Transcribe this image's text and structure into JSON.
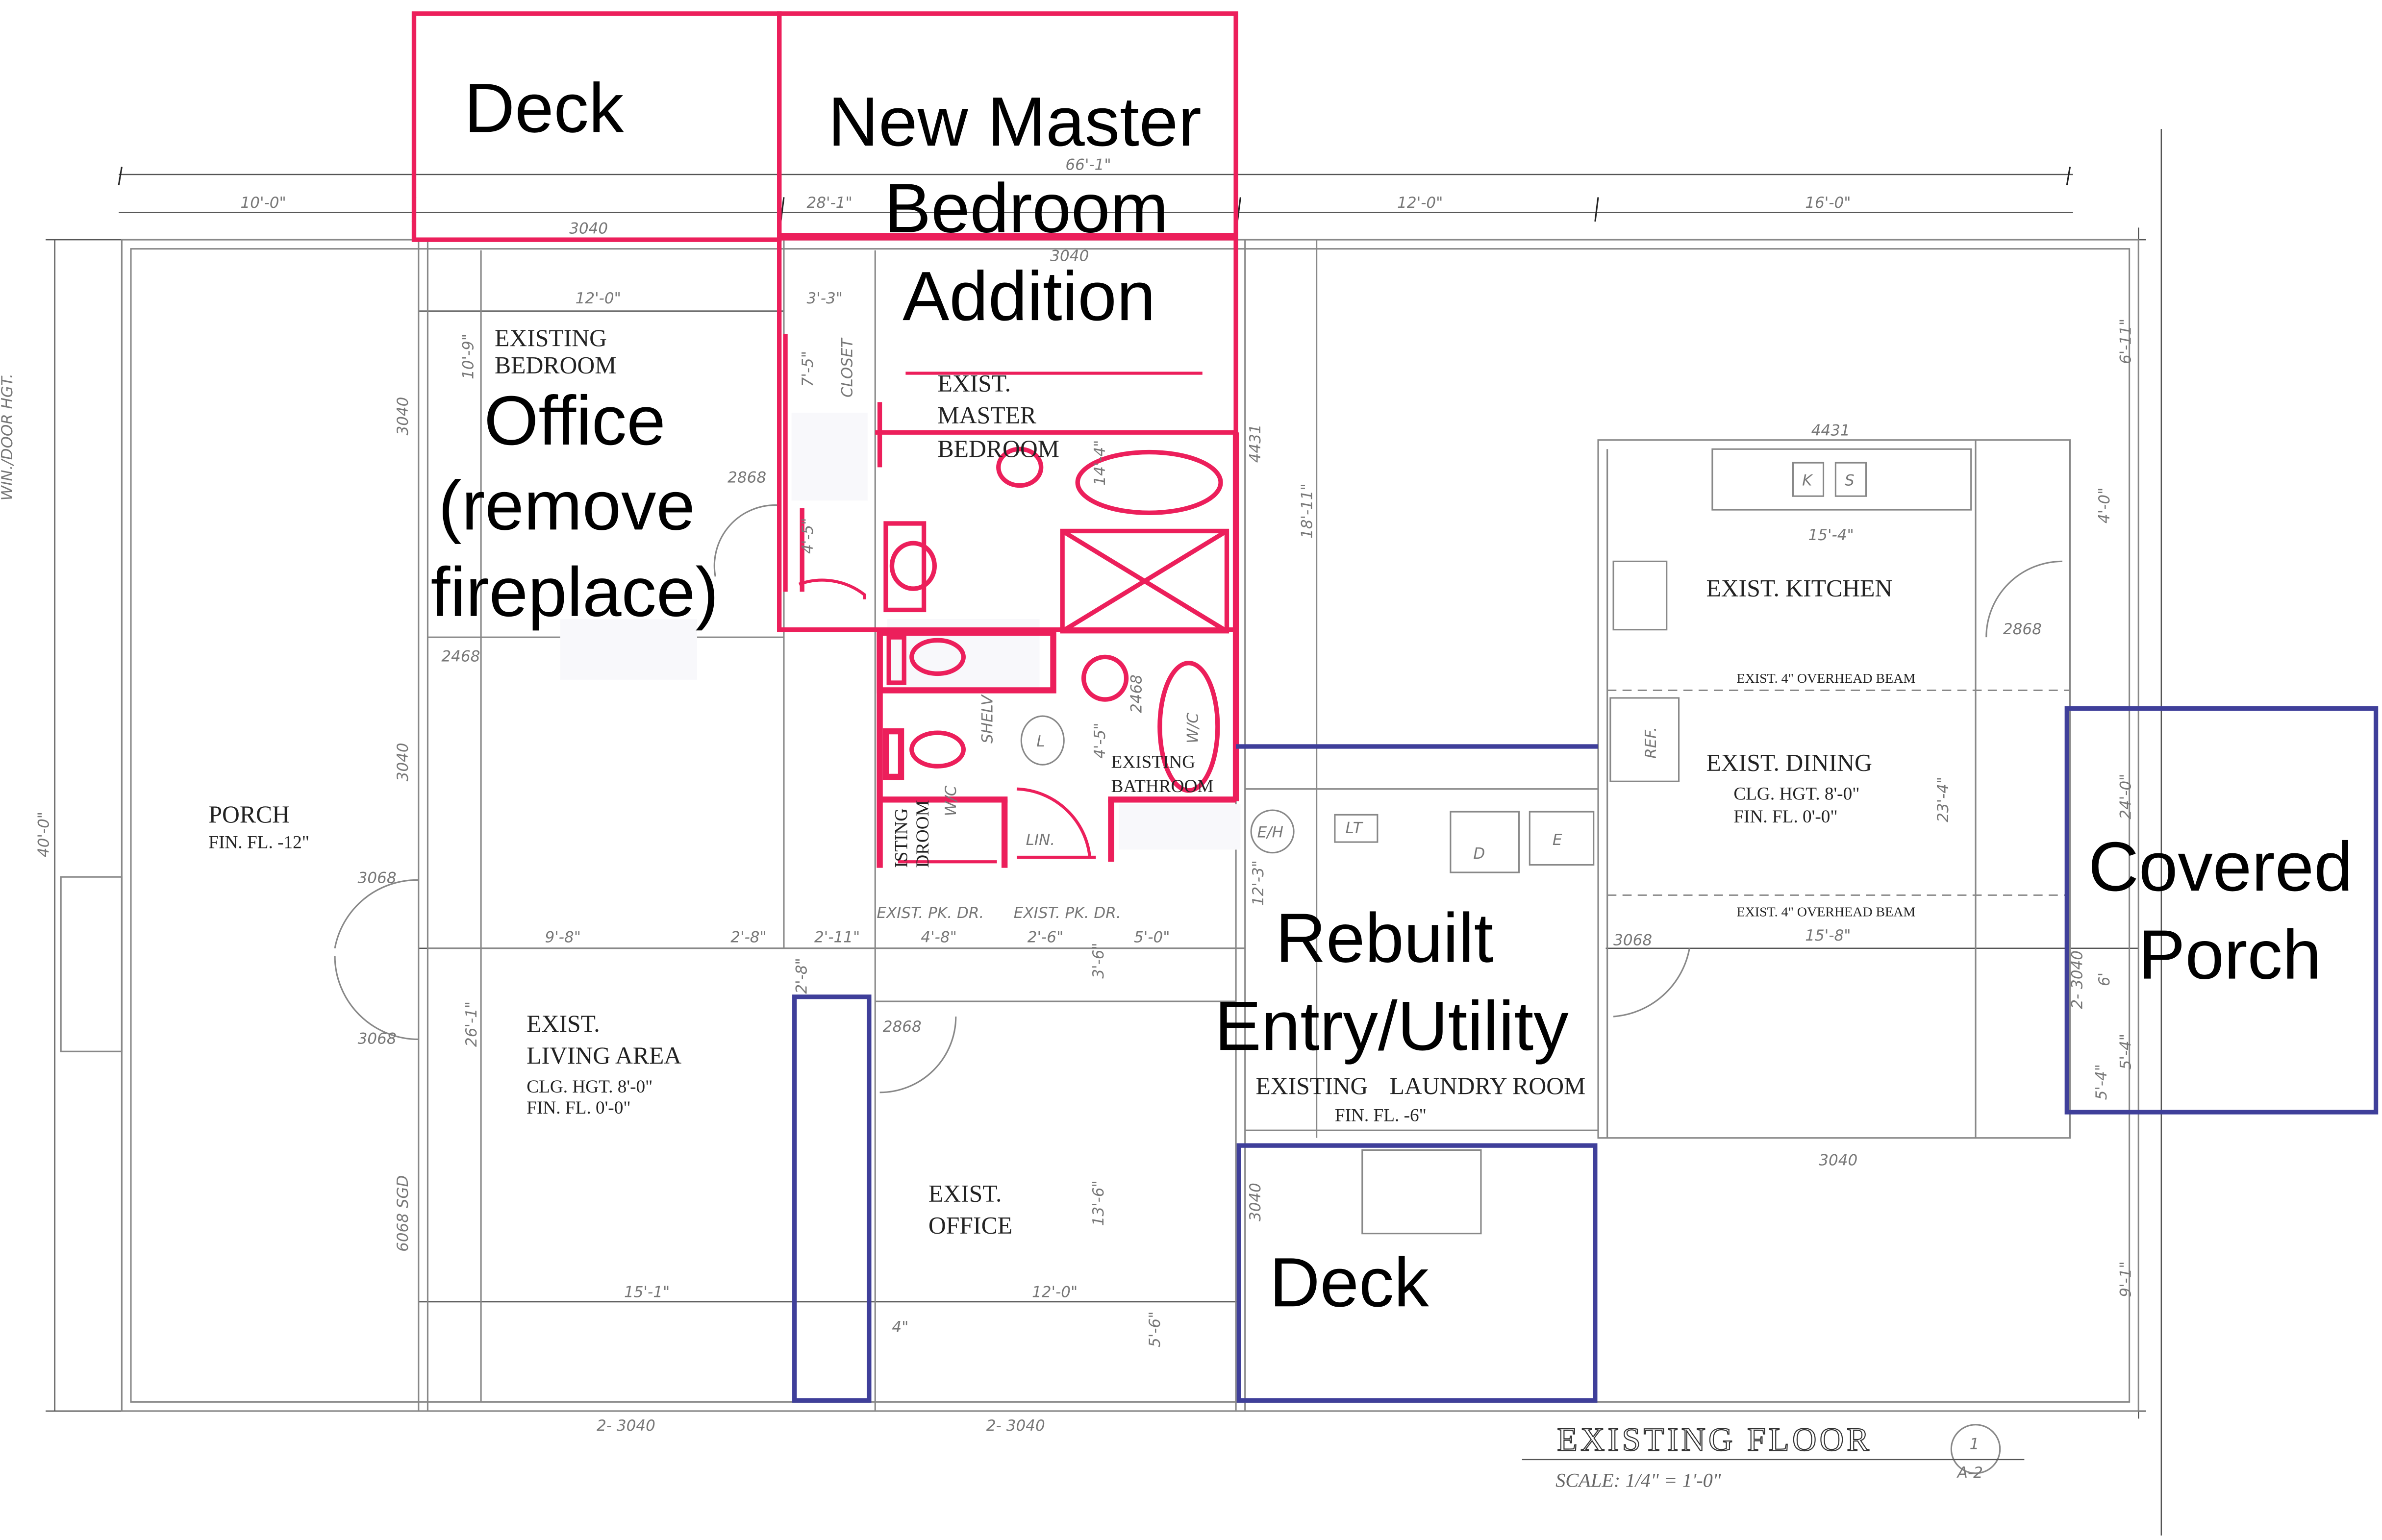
{
  "annotations": {
    "deck_top": "Deck",
    "new_master": [
      "New Master",
      "Bedroom",
      "Addition"
    ],
    "office": [
      "Office",
      "(remove",
      "fireplace)"
    ],
    "rebuilt_entry": [
      "Rebuilt",
      "Entry/Utility"
    ],
    "covered_porch": [
      "Covered",
      "Porch"
    ],
    "deck_bottom": "Deck"
  },
  "colors": {
    "proposed_red": "#ec1f5b",
    "proposed_blue": "#3f3f9a"
  },
  "rooms": {
    "existing_bedroom": [
      "EXISTING",
      "BEDROOM"
    ],
    "exist_master": [
      "EXIST.",
      "MASTER",
      "BEDROOM"
    ],
    "porch": [
      "PORCH",
      "FIN. FL. -12\""
    ],
    "living": [
      "EXIST.",
      "LIVING AREA",
      "CLG. HGT. 8'-0\"",
      "FIN. FL. 0'-0\""
    ],
    "office": [
      "EXIST.",
      "OFFICE"
    ],
    "bathroom": [
      "EXISTING",
      "BATHROOM"
    ],
    "bathroom2": [
      "ISTING",
      "DROOM"
    ],
    "laundry": [
      "EXISTING",
      "LAUNDRY ROOM",
      "FIN. FL. -6\""
    ],
    "kitchen": "EXIST. KITCHEN",
    "dining": [
      "EXIST. DINING",
      "CLG. HGT. 8'-0\"",
      "FIN. FL. 0'-0\""
    ],
    "beam1": "EXIST. 4\" OVERHEAD BEAM",
    "beam2": "EXIST. 4\" OVERHEAD BEAM",
    "closet": "CLOSET",
    "shelv": "SHELV",
    "lin": "LIN.",
    "pk_dr_1": "EXIST. PK. DR.",
    "pk_dr_2": "EXIST. PK. DR.",
    "wc1": "W/C",
    "wc2": "W/C",
    "eh": "E/H",
    "lt": "LT",
    "ref": "REF.",
    "d": "D",
    "e": "E",
    "k": "K",
    "s": "S",
    "l": "L",
    "side_note": "WIN./DOOR HGT."
  },
  "dimensions": {
    "overall": "66'-1\"",
    "d10": "10'-0\"",
    "d28": "28'-1\"",
    "d12a": "12'-0\"",
    "d16": "16'-0\"",
    "d12b": "12'-0\"",
    "d3_3": "3'-3\"",
    "d7_5": "7'-5\"",
    "d10_9": "10'-9\"",
    "d4_5": "4'-5\"",
    "d14_4": "14'-4\"",
    "d18_11": "18'-11\"",
    "d6_11": "6'-11\"",
    "d4_0": "4'-0\"",
    "d15_4": "15'-4\"",
    "d23_4": "23'-4\"",
    "d24_0": "24'-0\"",
    "d15_8": "15'-8\"",
    "d5_4": "5'-4\"",
    "d40": "40'-0\"",
    "d9_8": "9'-8\"",
    "d2_8": "2'-8\"",
    "d2_11": "2'-11\"",
    "d4_8": "4'-8\"",
    "d2_6": "2'-6\"",
    "d5_0": "5'-0\"",
    "d3_6": "3'-6\"",
    "d26_1": "26'-1\"",
    "d13_6": "13'-6\"",
    "d12_3": "12'-3\"",
    "d15_1": "15'-1\"",
    "d12c": "12'-0\"",
    "d5_6": "5'-6\"",
    "d4": "4\"",
    "d9_1": "9'-1\"",
    "d5_4b": "5'-4\"",
    "d6": "6'",
    "d2_8b": "2'-8\""
  },
  "windows": {
    "w1": "3040",
    "w2": "3040",
    "w3": "3040",
    "w4": "3040",
    "w5": "2468",
    "w6": "2868",
    "w7": "2868",
    "w8": "3068",
    "w9": "3068",
    "w10": "6068 SGD",
    "w11": "4431",
    "w12": "4431",
    "w13": "2868",
    "w14": "3068",
    "w15": "3040",
    "w16": "3040",
    "w17": "2- 3040",
    "w18": "2- 3040",
    "w19": "2468",
    "w20": "2- 3040"
  },
  "title_block": {
    "title": "EXISTING  FLOOR",
    "scale": "SCALE:  1/4\"  =  1'-0\"",
    "detail_num": "1",
    "sheet": "A-2"
  }
}
